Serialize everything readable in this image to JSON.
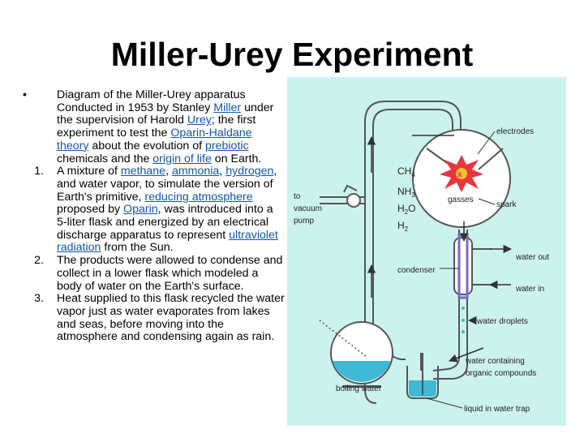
{
  "slide": {
    "title": "Miller-Urey Experiment"
  },
  "content": {
    "intro": {
      "marker": "•",
      "parts": [
        "Diagram of the Miller-Urey apparatus Conducted in 1953 by Stanley ",
        "Miller",
        " under the supervision of Harold ",
        "Urey",
        "; the first experiment to test the ",
        "Oparin-Haldane theory",
        " about the evolution of ",
        "prebiotic",
        " chemicals and the ",
        "origin of life",
        " on Earth."
      ]
    },
    "steps": [
      {
        "marker": "1.",
        "parts": [
          "A mixture of ",
          "methane",
          ", ",
          "ammonia",
          ", ",
          "hydrogen",
          ", and water vapor, to simulate the version of Earth's primitive, ",
          "reducing atmosphere",
          " proposed by ",
          "Oparin",
          ", was introduced into a 5-liter flask and energized by an electrical discharge apparatus to represent ",
          "ultraviolet radiation",
          " from the Sun."
        ]
      },
      {
        "marker": "2.",
        "text": "The products were allowed to condense and collect in a lower flask which modeled a body of water on the Earth's surface."
      },
      {
        "marker": "3.",
        "text": "Heat supplied to this flask recycled the water vapor just as water evaporates from lakes and seas, before moving into the atmosphere and condensing again as rain."
      }
    ]
  },
  "diagram": {
    "gases": [
      "CH",
      "NH",
      "H",
      "O",
      "H"
    ],
    "gas_subscripts": [
      "4",
      "3",
      "2",
      "2"
    ],
    "labels": {
      "electrodes": "electrodes",
      "gasses": "gasses",
      "spark": "spark",
      "to": "to",
      "vacuum": "vacuum",
      "pump": "pump",
      "condenser": "condenser",
      "water_out": "water out",
      "water_in": "water in",
      "water_droplets": "water droplets",
      "water_containing": "water containing",
      "organic_compounds": "organic compounds",
      "boiling_water": "boiling water",
      "liquid_trap": "liquid in water trap"
    },
    "colors": {
      "background": "#ccf2ee",
      "water": "#3fb9d6",
      "spark_outer": "#e8363c",
      "spark_inner": "#f2c230",
      "label_text": "#222222",
      "glass": "#555555",
      "condenser_jacket": "#7b68c8"
    }
  }
}
